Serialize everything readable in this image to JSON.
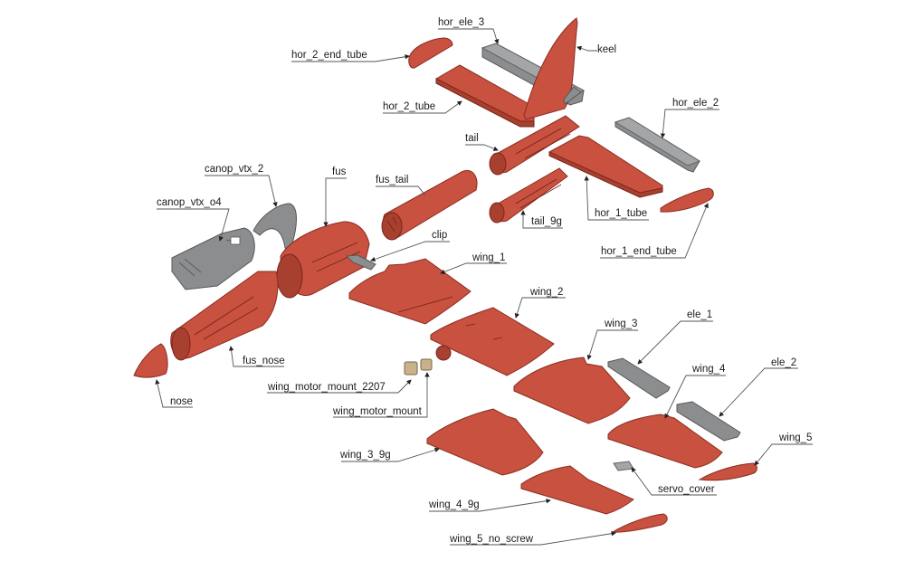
{
  "diagram": {
    "type": "exploded-assembly",
    "colors": {
      "printed_part": "#c9513f",
      "flex_part": "#8b8d8f",
      "metal_part": "#c8b28a",
      "leader": "#555555",
      "label": "#1a1a1a"
    },
    "labels": {
      "hor_ele_3": "hor_ele_3",
      "keel": "keel",
      "hor_2_end_tube": "hor_2_end_tube",
      "hor_2_tube": "hor_2_tube",
      "hor_ele_2": "hor_ele_2",
      "tail": "tail",
      "canop_vtx_2": "canop_vtx_2",
      "fus": "fus",
      "fus_tail": "fus_tail",
      "canop_vtx_o4": "canop_vtx_o4",
      "tail_9g": "tail_9g",
      "hor_1_tube": "hor_1_tube",
      "clip": "clip",
      "hor_1_end_tube": "hor_1_end_tube",
      "wing_1": "wing_1",
      "wing_2": "wing_2",
      "wing_3": "wing_3",
      "ele_1": "ele_1",
      "fus_nose": "fus_nose",
      "wing_4": "wing_4",
      "ele_2": "ele_2",
      "nose": "nose",
      "wing_motor_mount_2207": "wing_motor_mount_2207",
      "wing_motor_mount": "wing_motor_mount",
      "wing_5": "wing_5",
      "wing_3_9g": "wing_3_9g",
      "servo_cover": "servo_cover",
      "wing_4_9g": "wing_4_9g",
      "wing_5_no_screw": "wing_5_no_screw"
    }
  }
}
